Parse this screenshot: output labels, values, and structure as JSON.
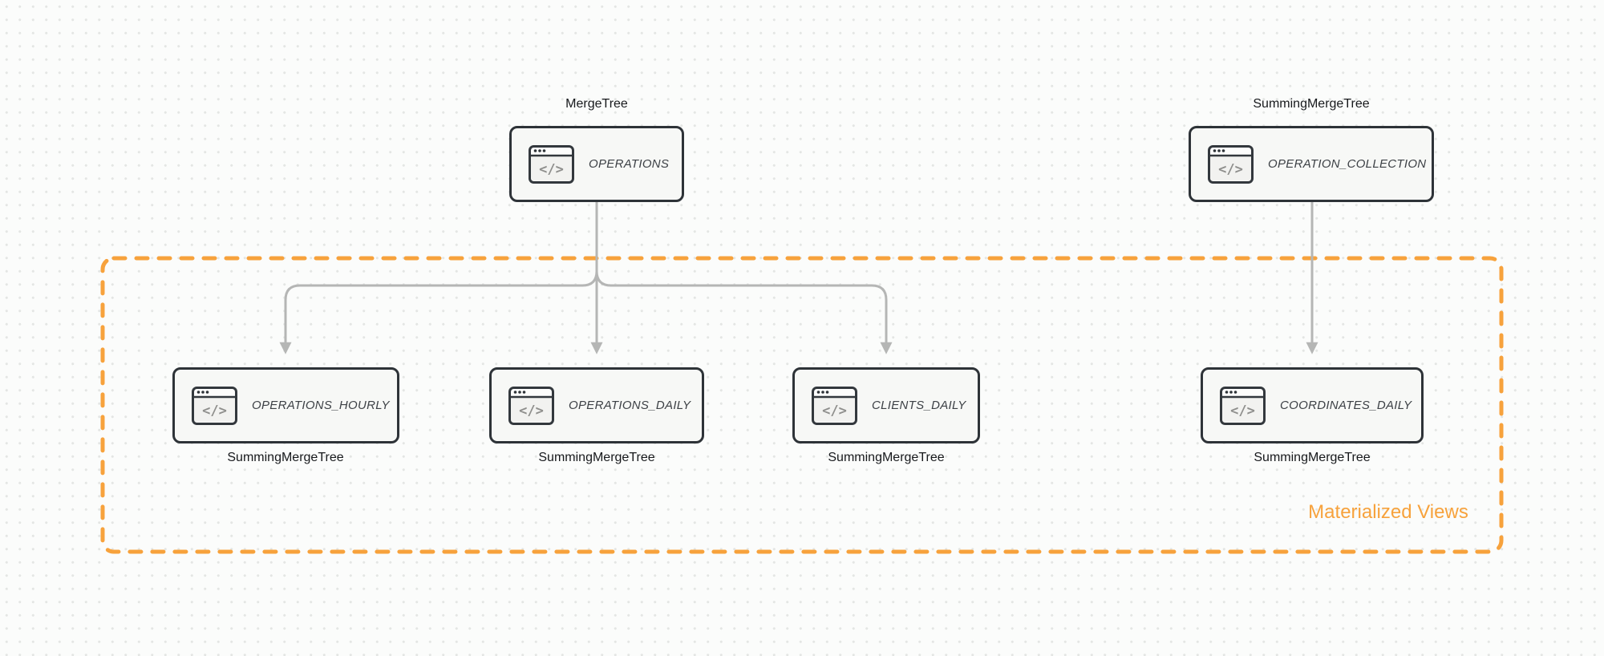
{
  "diagram": {
    "kind": "database-schema-diagram",
    "colors": {
      "background": "#FBFCFB",
      "dot_grid": "#E4E6E4",
      "node_border": "#2E3338",
      "node_fill": "#F7F8F6",
      "node_title_text": "#3D4146",
      "engine_label_text": "#17191C",
      "arrow": "#B5B6B5",
      "accent_orange": "#F7A23C"
    }
  },
  "group": {
    "label": "Materialized Views"
  },
  "nodes": [
    {
      "id": "operations",
      "title": "OPERATIONS",
      "engine": "MergeTree",
      "engine_position": "above",
      "icon": "code-window-icon"
    },
    {
      "id": "operation_collection",
      "title": "OPERATION_COLLECTION",
      "engine": "SummingMergeTree",
      "engine_position": "above",
      "icon": "code-window-icon"
    },
    {
      "id": "operations_hourly",
      "title": "OPERATIONS_HOURLY",
      "engine": "SummingMergeTree",
      "engine_position": "below",
      "icon": "code-window-icon"
    },
    {
      "id": "operations_daily",
      "title": "OPERATIONS_DAILY",
      "engine": "SummingMergeTree",
      "engine_position": "below",
      "icon": "code-window-icon"
    },
    {
      "id": "clients_daily",
      "title": "CLIENTS_DAILY",
      "engine": "SummingMergeTree",
      "engine_position": "below",
      "icon": "code-window-icon"
    },
    {
      "id": "coordinates_daily",
      "title": "COORDINATES_DAILY",
      "engine": "SummingMergeTree",
      "engine_position": "below",
      "icon": "code-window-icon"
    }
  ],
  "edges": [
    {
      "from": "operations",
      "to": "operations_hourly"
    },
    {
      "from": "operations",
      "to": "operations_daily"
    },
    {
      "from": "operations",
      "to": "clients_daily"
    },
    {
      "from": "operation_collection",
      "to": "coordinates_daily"
    }
  ],
  "icon_glyph": "</>"
}
